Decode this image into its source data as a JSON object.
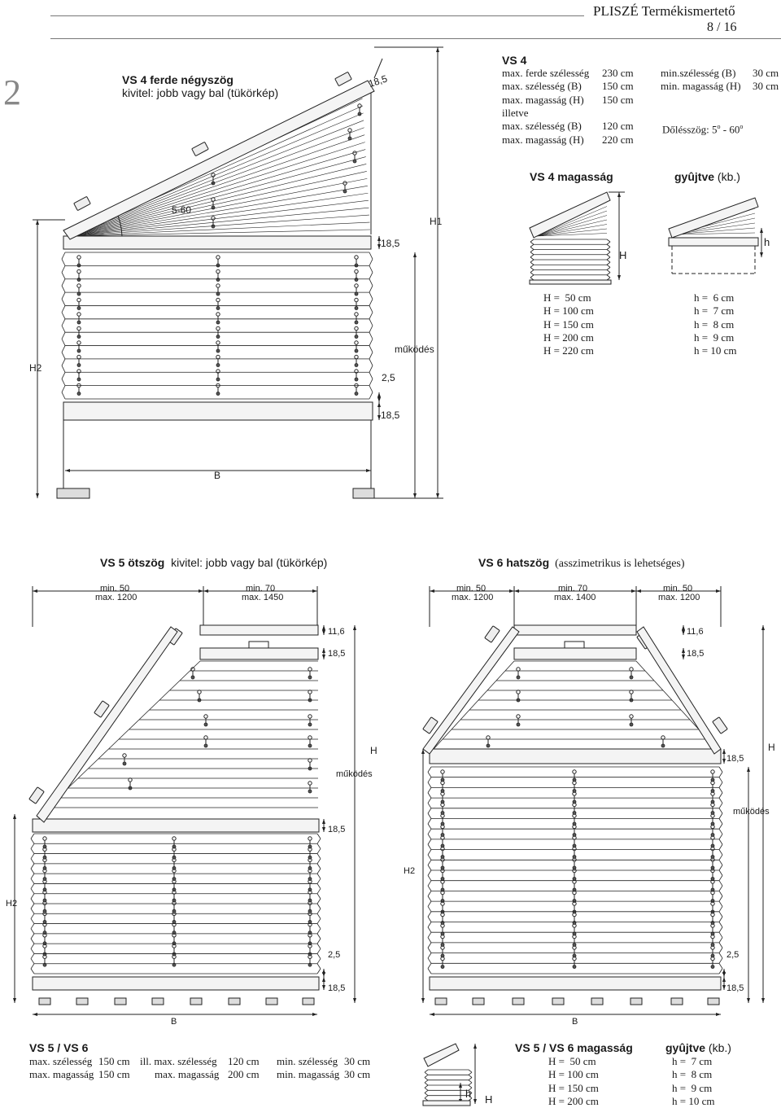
{
  "header": {
    "title": "PLISZÉ Termékismertető",
    "page": "8 / 16"
  },
  "section_number": "2",
  "vs4": {
    "heading": "VS 4 ferde négyszög",
    "subheading": "kivitel: jobb vagy bal (tükörkép)",
    "specs_title": "VS 4",
    "specs_left": [
      [
        "max. ferde szélesség",
        "230 cm"
      ],
      [
        "max. szélesség (B)",
        "150 cm"
      ],
      [
        "max. magasság (H)",
        "150 cm"
      ],
      [
        "illetve",
        ""
      ],
      [
        "max. szélesség (B)",
        "120 cm"
      ],
      [
        "max. magasság (H)",
        "220 cm"
      ]
    ],
    "specs_right": [
      [
        "min.szélesség (B)",
        "30 cm"
      ],
      [
        "min. magasság (H)",
        "30 cm"
      ]
    ],
    "tilt_label": "Dőlésszög: 5",
    "tilt_mid": " - 60",
    "height_title": "VS 4 magasság",
    "collected_title": "gyûjtve",
    "collected_suffix": " (kb.)",
    "H_values": [
      "H =  50 cm",
      "H = 100 cm",
      "H = 150 cm",
      "H = 200 cm",
      "H = 220 cm"
    ],
    "h_values": [
      "h =  6 cm",
      "h =  7 cm",
      "h =  8 cm",
      "h =  9 cm",
      "h = 10 cm"
    ],
    "drawing": {
      "angle": "5-60",
      "dim_top": "18,5",
      "dim_rail": "18,5",
      "dim_bottom_rail": "18,5",
      "dim_gap": "2,5",
      "label_h1": "H1",
      "label_h2": "H2",
      "label_b": "B",
      "label_function": "működés",
      "small_H": "H",
      "small_h": "h"
    }
  },
  "vs5": {
    "heading": "VS 5 ötszög",
    "subheading": "kivitel: jobb vagy bal (tükörkép)",
    "dims": [
      {
        "min": "min. 50",
        "max": "max. 1200"
      },
      {
        "min": "min. 70",
        "max": "max. 1450"
      }
    ],
    "labels": {
      "d116": "11,6",
      "d185a": "18,5",
      "d185b": "18,5",
      "d185c": "18,5",
      "d25": "2,5",
      "H": "H",
      "H2": "H2",
      "B": "B",
      "function": "működés"
    }
  },
  "vs6": {
    "heading": "VS 6 hatszög",
    "subheading": "(asszimetrikus is lehetséges)",
    "dims": [
      {
        "min": "min. 50",
        "max": "max. 1200"
      },
      {
        "min": "min. 70",
        "max": "max. 1400"
      },
      {
        "min": "min. 50",
        "max": "max. 1200"
      }
    ],
    "labels": {
      "d116": "11,6",
      "d185a": "18,5",
      "d185b": "18,5",
      "d185c": "18,5",
      "d25": "2,5",
      "H": "H",
      "H2": "H2",
      "B": "B",
      "function": "működés"
    }
  },
  "footer": {
    "title": "VS 5 / VS 6",
    "col1": [
      [
        "max. szélesség",
        "150 cm"
      ],
      [
        "max. magasság",
        "150 cm"
      ]
    ],
    "col2": [
      [
        "ill. max. szélesség",
        "120 cm"
      ],
      [
        "max. magasság",
        "200 cm"
      ]
    ],
    "col3": [
      [
        "min. szélesség",
        "30 cm"
      ],
      [
        "min. magasság",
        "30 cm"
      ]
    ],
    "height_title": "VS 5 / VS 6 magasság",
    "collected_title": "gyûjtve",
    "collected_suffix": " (kb.)",
    "H_values": [
      "H =  50 cm",
      "H = 100 cm",
      "H = 150 cm",
      "H = 200 cm"
    ],
    "h_values": [
      "h =  7 cm",
      "h =  8 cm",
      "h =  9 cm",
      "h = 10 cm"
    ],
    "small_H": "H",
    "small_h": "h"
  }
}
